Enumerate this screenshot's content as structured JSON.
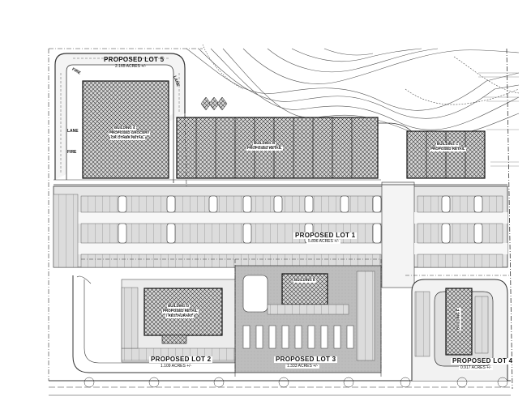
{
  "plan": {
    "lots": [
      {
        "id": "lot5",
        "name": "PROPOSED LOT 5",
        "acres": "2.165 ACRES +/-"
      },
      {
        "id": "lot1",
        "name": "PROPOSED LOT 1",
        "acres": "5.896 ACRES +/-"
      },
      {
        "id": "lot2",
        "name": "PROPOSED LOT 2",
        "acres": "1.109 ACRES +/-"
      },
      {
        "id": "lot3",
        "name": "PROPOSED LOT 3",
        "acres": "1.333 ACRES +/-"
      },
      {
        "id": "lot4",
        "name": "PROPOSED LOT 4",
        "acres": "0.917 ACRES +/-"
      }
    ],
    "buildings": {
      "b_grocery": [
        "BUILDING 4",
        "PROPOSED GROCERY",
        "OR OTHER RETAIL"
      ],
      "b_b": [
        "BUILDING B",
        "PROPOSED RETAIL"
      ],
      "b_c": [
        "BUILDING C",
        "PROPOSED RETAIL"
      ],
      "b_d": [
        "BUILDING D",
        "PROPOSED RETAIL",
        "/ RESTAURANT"
      ],
      "b_e": [
        "BUILDING E"
      ],
      "b_f": [
        "BUILDING F"
      ]
    },
    "fire_lane": {
      "fire": "FIRE",
      "lane": "LANE"
    }
  }
}
